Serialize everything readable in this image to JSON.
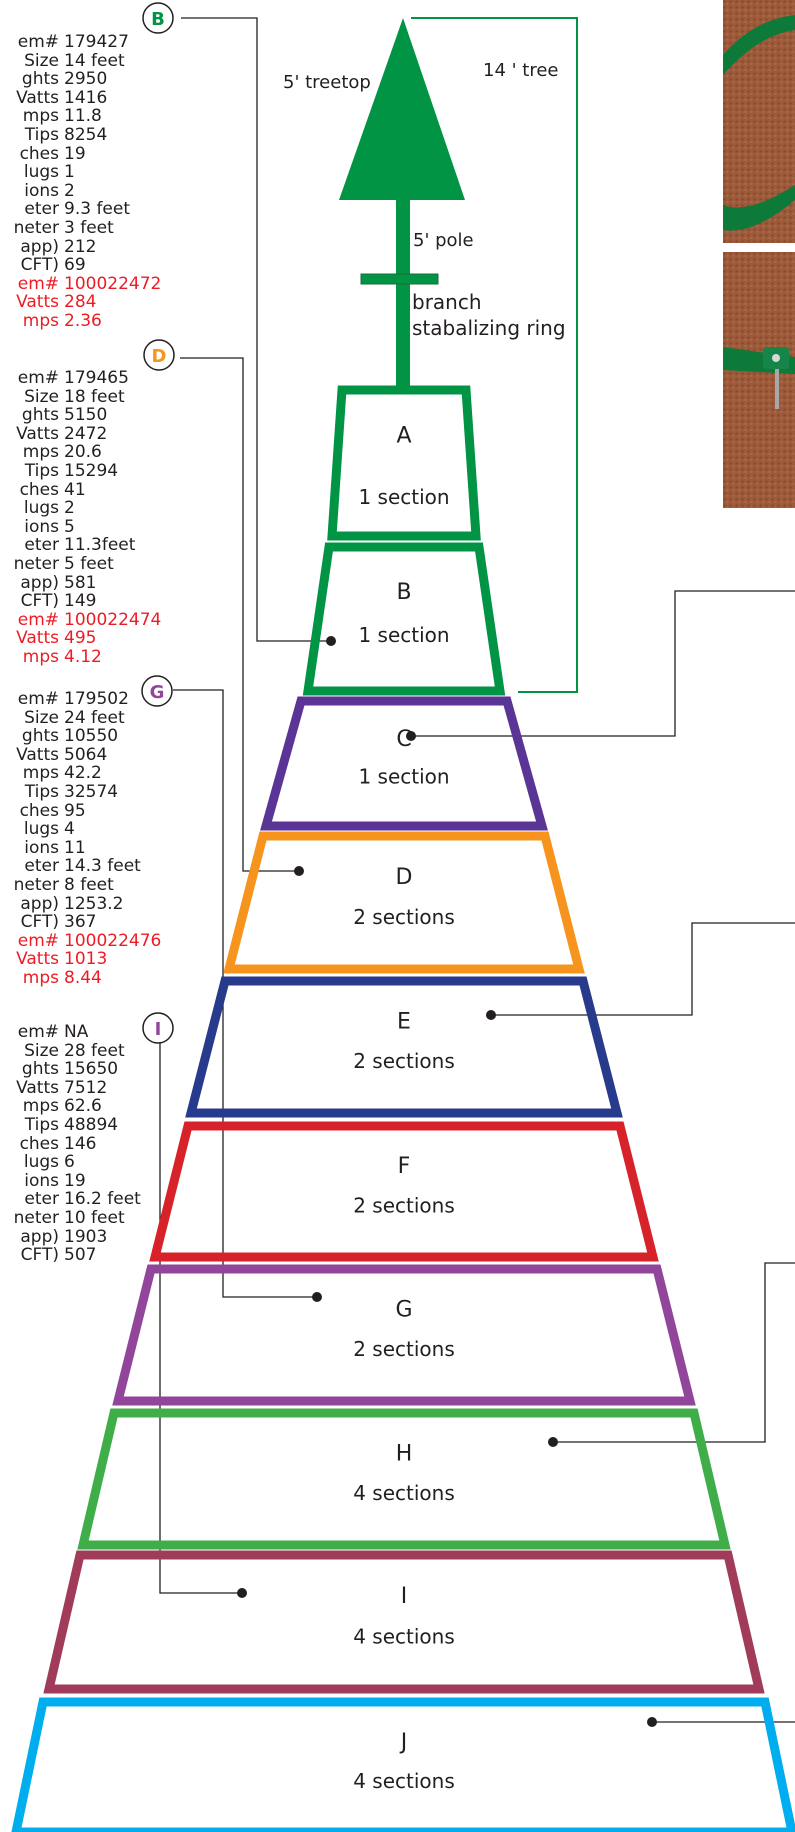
{
  "colors": {
    "green": "#009444",
    "purple": "#5b3595",
    "orange": "#f7941d",
    "navy": "#273a8c",
    "red": "#d7222a",
    "magenta": "#91469b",
    "light_green": "#3fae49",
    "maroon": "#a03c5a",
    "cyan": "#00aeef",
    "spec_red": "#ed1c24"
  },
  "icons": [
    "leader-dot-icon",
    "badge-circle-icon"
  ],
  "tree_labels": {
    "treetop": "5' treetop",
    "tree_height": "14 ' tree",
    "pole": "5' pole",
    "ring_line1": "branch",
    "ring_line2": "stabalizing ring"
  },
  "sections": [
    {
      "letter": "A",
      "count": "1 section",
      "color": "#009444"
    },
    {
      "letter": "B",
      "count": "1 section",
      "color": "#009444"
    },
    {
      "letter": "C",
      "count": "1 section",
      "color": "#5b3595"
    },
    {
      "letter": "D",
      "count": "2 sections",
      "color": "#f7941d"
    },
    {
      "letter": "E",
      "count": "2 sections",
      "color": "#273a8c"
    },
    {
      "letter": "F",
      "count": "2 sections",
      "color": "#d7222a"
    },
    {
      "letter": "G",
      "count": "2 sections",
      "color": "#91469b"
    },
    {
      "letter": "H",
      "count": "4 sections",
      "color": "#3fae49"
    },
    {
      "letter": "I",
      "count": "4 sections",
      "color": "#a03c5a"
    },
    {
      "letter": "J",
      "count": "4 sections",
      "color": "#00aeef"
    }
  ],
  "badges": [
    {
      "letter": "B",
      "color": "#009444"
    },
    {
      "letter": "D",
      "color": "#f7941d"
    },
    {
      "letter": "G",
      "color": "#91469b"
    },
    {
      "letter": "I",
      "color": "#91469b"
    }
  ],
  "spec_blocks": [
    {
      "rows": [
        {
          "label": "em#",
          "value": "179427",
          "red": false
        },
        {
          "label": "Size",
          "value": "14 feet",
          "red": false
        },
        {
          "label": "ghts",
          "value": "2950",
          "red": false
        },
        {
          "label": "Vatts",
          "value": "1416",
          "red": false
        },
        {
          "label": "mps",
          "value": "11.8",
          "red": false
        },
        {
          "label": "Tips",
          "value": "8254",
          "red": false
        },
        {
          "label": "ches",
          "value": "19",
          "red": false
        },
        {
          "label": "lugs",
          "value": "1",
          "red": false
        },
        {
          "label": "ions",
          "value": "2",
          "red": false
        },
        {
          "label": "eter",
          "value": "9.3 feet",
          "red": false
        },
        {
          "label": "neter",
          "value": "3 feet",
          "red": false
        },
        {
          "label": "app)",
          "value": "212",
          "red": false
        },
        {
          "label": "CFT)",
          "value": "69",
          "red": false
        },
        {
          "label": "em#",
          "value": "100022472",
          "red": true
        },
        {
          "label": "Vatts",
          "value": "284",
          "red": true
        },
        {
          "label": "mps",
          "value": "2.36",
          "red": true
        }
      ]
    },
    {
      "rows": [
        {
          "label": "em#",
          "value": "179465",
          "red": false
        },
        {
          "label": "Size",
          "value": "18 feet",
          "red": false
        },
        {
          "label": "ghts",
          "value": "5150",
          "red": false
        },
        {
          "label": "Vatts",
          "value": "2472",
          "red": false
        },
        {
          "label": "mps",
          "value": "20.6",
          "red": false
        },
        {
          "label": "Tips",
          "value": "15294",
          "red": false
        },
        {
          "label": "ches",
          "value": "41",
          "red": false
        },
        {
          "label": "lugs",
          "value": "2",
          "red": false
        },
        {
          "label": "ions",
          "value": "5",
          "red": false
        },
        {
          "label": "eter",
          "value": "11.3feet",
          "red": false
        },
        {
          "label": "neter",
          "value": "5 feet",
          "red": false
        },
        {
          "label": "app)",
          "value": "581",
          "red": false
        },
        {
          "label": "CFT)",
          "value": "149",
          "red": false
        },
        {
          "label": "em#",
          "value": "100022474",
          "red": true
        },
        {
          "label": "Vatts",
          "value": "495",
          "red": true
        },
        {
          "label": "mps",
          "value": "4.12",
          "red": true
        }
      ]
    },
    {
      "rows": [
        {
          "label": "em#",
          "value": "179502",
          "red": false
        },
        {
          "label": "Size",
          "value": "24 feet",
          "red": false
        },
        {
          "label": "ghts",
          "value": "10550",
          "red": false
        },
        {
          "label": "Vatts",
          "value": "5064",
          "red": false
        },
        {
          "label": "mps",
          "value": "42.2",
          "red": false
        },
        {
          "label": "Tips",
          "value": "32574",
          "red": false
        },
        {
          "label": "ches",
          "value": "95",
          "red": false
        },
        {
          "label": "lugs",
          "value": "4",
          "red": false
        },
        {
          "label": "ions",
          "value": "11",
          "red": false
        },
        {
          "label": "eter",
          "value": "14.3 feet",
          "red": false
        },
        {
          "label": "neter",
          "value": "8 feet",
          "red": false
        },
        {
          "label": "app)",
          "value": "1253.2",
          "red": false
        },
        {
          "label": "CFT)",
          "value": "367",
          "red": false
        },
        {
          "label": "em#",
          "value": "100022476",
          "red": true
        },
        {
          "label": "Vatts",
          "value": "1013",
          "red": true
        },
        {
          "label": "mps",
          "value": "8.44",
          "red": true
        }
      ]
    },
    {
      "rows": [
        {
          "label": "em#",
          "value": "NA",
          "red": false
        },
        {
          "label": "Size",
          "value": "28 feet",
          "red": false
        },
        {
          "label": "ghts",
          "value": "15650",
          "red": false
        },
        {
          "label": "Vatts",
          "value": "7512",
          "red": false
        },
        {
          "label": "mps",
          "value": "62.6",
          "red": false
        },
        {
          "label": "Tips",
          "value": "48894",
          "red": false
        },
        {
          "label": "ches",
          "value": "146",
          "red": false
        },
        {
          "label": "lugs",
          "value": "6",
          "red": false
        },
        {
          "label": "ions",
          "value": "19",
          "red": false
        },
        {
          "label": "eter",
          "value": "16.2 feet",
          "red": false
        },
        {
          "label": "neter",
          "value": "10 feet",
          "red": false
        },
        {
          "label": "app)",
          "value": "1903",
          "red": false
        },
        {
          "label": "CFT)",
          "value": "507",
          "red": false
        }
      ]
    }
  ]
}
